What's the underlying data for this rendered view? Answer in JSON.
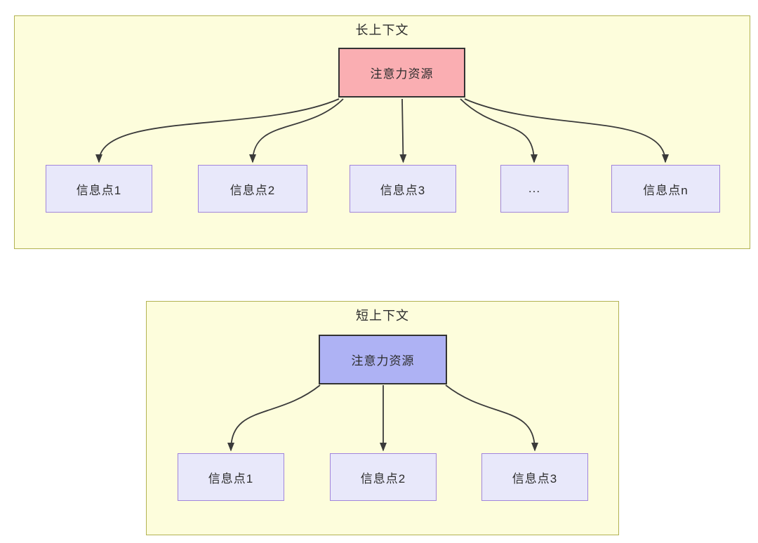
{
  "colors": {
    "page_background": "#ffffff",
    "container_fill": "#fdfddc",
    "container_border": "#b2b252",
    "long_attention_fill": "#faaeb2",
    "short_attention_fill": "#aeb2f4",
    "root_node_border": "#333333",
    "info_node_fill": "#e8e8fa",
    "info_node_border": "#a185db",
    "arrow": "#3a3a3a",
    "text": "#2d2d2d"
  },
  "diagrams": [
    {
      "title": "长上下文",
      "root": {
        "label": "注意力资源",
        "fill": "#faaeb2"
      },
      "children": [
        {
          "label": "信息点1"
        },
        {
          "label": "信息点2"
        },
        {
          "label": "信息点3"
        },
        {
          "label": "..."
        },
        {
          "label": "信息点n"
        }
      ]
    },
    {
      "title": "短上下文",
      "root": {
        "label": "注意力资源",
        "fill": "#aeb2f4"
      },
      "children": [
        {
          "label": "信息点1"
        },
        {
          "label": "信息点2"
        },
        {
          "label": "信息点3"
        }
      ]
    }
  ]
}
